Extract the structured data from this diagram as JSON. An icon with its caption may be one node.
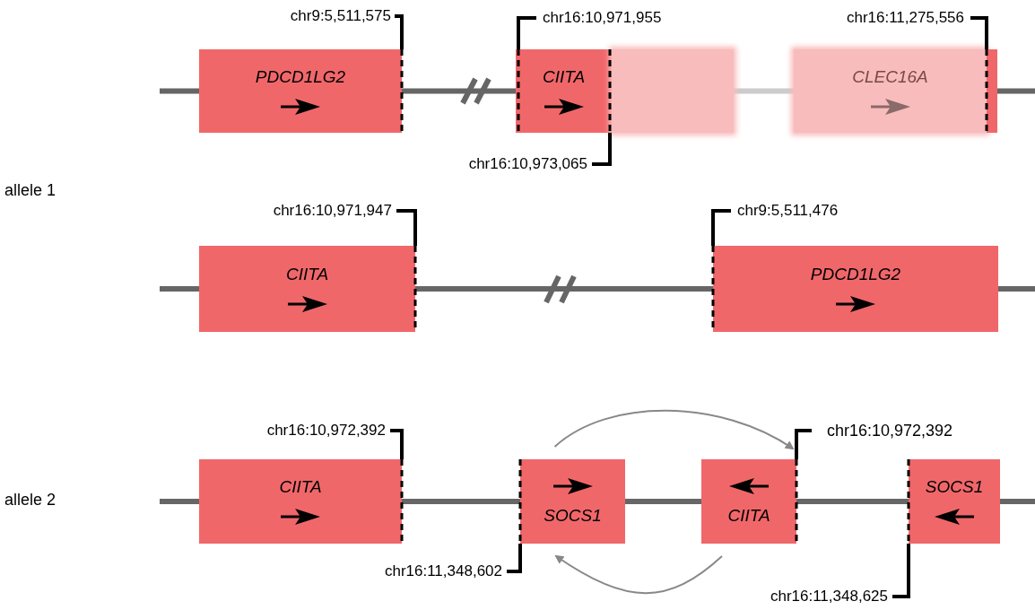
{
  "diagram": {
    "nodes": [
      {
        "text": [
          "PDCD1LG2"
        ],
        "beside": [
          "chr9:5,511,575"
        ]
      },
      {
        "text": [
          "CIITA"
        ],
        "beside": [
          "chr16:10,971,955",
          "chr16:10,973,065"
        ]
      },
      {
        "text": [],
        "shape": "box"
      },
      {
        "text": [
          "CLEC16A"
        ]
      },
      {
        "text": [],
        "shape": "box",
        "beside": [
          "chr16:11,275,556"
        ]
      },
      {
        "text": [
          "CIITA"
        ],
        "beside": [
          "chr16:10,971,947"
        ]
      },
      {
        "text": [
          "PDCD1LG2"
        ],
        "beside": [
          "chr9:5,511,476"
        ]
      },
      {
        "text": [
          "CIITA"
        ],
        "beside": [
          "chr16:10,972,392"
        ]
      },
      {
        "text": [
          "SOCS1"
        ],
        "beside": [
          "chr16:11,348,602"
        ]
      },
      {
        "text": [
          "CIITA"
        ]
      },
      {
        "text": [
          "SOCS1"
        ],
        "beside": [
          "chr16:11,348,625"
        ]
      }
    ],
    "edges": [
      {
        "from": 8,
        "to": 9,
        "arrow": "to",
        "color": "#888888"
      },
      {
        "from": 9,
        "to": 8,
        "arrow": "to",
        "color": "#888888"
      },
      {
        "from": null,
        "to": 0,
        "arrow": "none"
      },
      {
        "from": 0,
        "to": 1,
        "arrow": "none"
      },
      {
        "from": 2,
        "to": 3,
        "arrow": "none",
        "color": "#cccccc"
      },
      {
        "from": 4,
        "to": null,
        "arrow": "none"
      },
      {
        "from": null,
        "to": 5,
        "arrow": "none"
      },
      {
        "from": 5,
        "to": 6,
        "arrow": "none"
      },
      {
        "from": 6,
        "to": null,
        "arrow": "none"
      },
      {
        "from": null,
        "to": 7,
        "arrow": "none"
      },
      {
        "from": 7,
        "to": 8,
        "arrow": "none"
      },
      {
        "from": 8,
        "to": 9,
        "arrow": "none"
      },
      {
        "from": 9,
        "to": 10,
        "arrow": "none"
      },
      {
        "from": 10,
        "to": null,
        "arrow": "none"
      }
    ],
    "labels": [
      "allele 1",
      "chr16:10,972,392",
      "allele 2"
    ]
  }
}
